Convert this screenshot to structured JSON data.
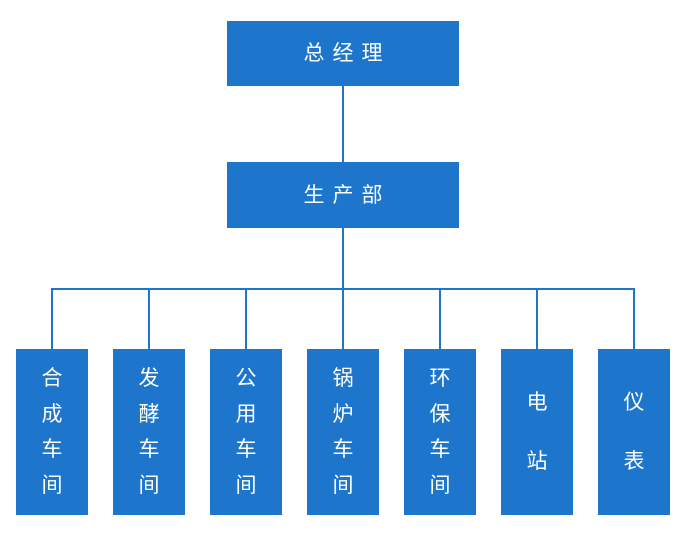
{
  "diagram": {
    "type": "org-chart",
    "root": {
      "label": "总经理"
    },
    "department": {
      "label": "生产部"
    },
    "units": [
      {
        "label": "合成车间"
      },
      {
        "label": "发酵车间"
      },
      {
        "label": "公用车间"
      },
      {
        "label": "锅炉车间"
      },
      {
        "label": "环保车间"
      },
      {
        "label": "电站"
      },
      {
        "label": "仪表"
      }
    ],
    "colors": {
      "node_fill": "#1e76cc",
      "connector_line": "#1e76cc",
      "node_text": "#ffffff",
      "background": "#ffffff"
    }
  }
}
